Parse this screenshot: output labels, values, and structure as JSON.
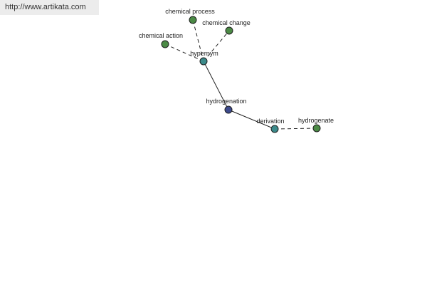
{
  "watermark": {
    "text": "http://www.artikata.com"
  },
  "colors": {
    "center": "#3d4a8c",
    "relation": "#3b8a8a",
    "leaf": "#4b8a45",
    "edge": "#222222"
  },
  "graph": {
    "nodes": [
      {
        "id": "hydrogenation",
        "label": "hydrogenation",
        "kind": "center"
      },
      {
        "id": "hypernym",
        "label": "hypernym",
        "kind": "relation"
      },
      {
        "id": "derivation",
        "label": "derivation",
        "kind": "relation"
      },
      {
        "id": "chemical-process",
        "label": "chemical process",
        "kind": "leaf"
      },
      {
        "id": "chemical-change",
        "label": "chemical change",
        "kind": "leaf"
      },
      {
        "id": "chemical-action",
        "label": "chemical action",
        "kind": "leaf"
      },
      {
        "id": "hydrogenate",
        "label": "hydrogenate",
        "kind": "leaf"
      }
    ],
    "edges": [
      {
        "from": "hydrogenation",
        "to": "hypernym",
        "style": "solid"
      },
      {
        "from": "hydrogenation",
        "to": "derivation",
        "style": "solid"
      },
      {
        "from": "hypernym",
        "to": "chemical-process",
        "style": "dashed"
      },
      {
        "from": "hypernym",
        "to": "chemical-change",
        "style": "dashed"
      },
      {
        "from": "hypernym",
        "to": "chemical-action",
        "style": "dashed"
      },
      {
        "from": "derivation",
        "to": "hydrogenate",
        "style": "dashed"
      }
    ]
  }
}
